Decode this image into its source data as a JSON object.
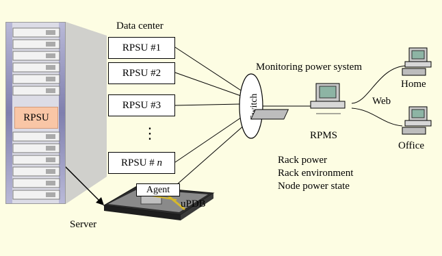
{
  "data_center_label": "Data center",
  "rack_unit_label": "RPSU",
  "rpsu_units": [
    "RPSU #1",
    "RPSU #2",
    "RPSU #3"
  ],
  "rpsu_n": {
    "prefix": "RPSU # ",
    "var": "n"
  },
  "ellipsis": "⋮",
  "switch_label": "Switch",
  "monitoring_label": "Monitoring power system",
  "rpms_label": "RPMS",
  "web_label": "Web",
  "home_label": "Home",
  "office_label": "Office",
  "rpms_functions": [
    "Rack power",
    "Rack environment",
    "Node power state"
  ],
  "agent_label": "Agent",
  "updb_label": "uPDB",
  "server_label": "Server"
}
